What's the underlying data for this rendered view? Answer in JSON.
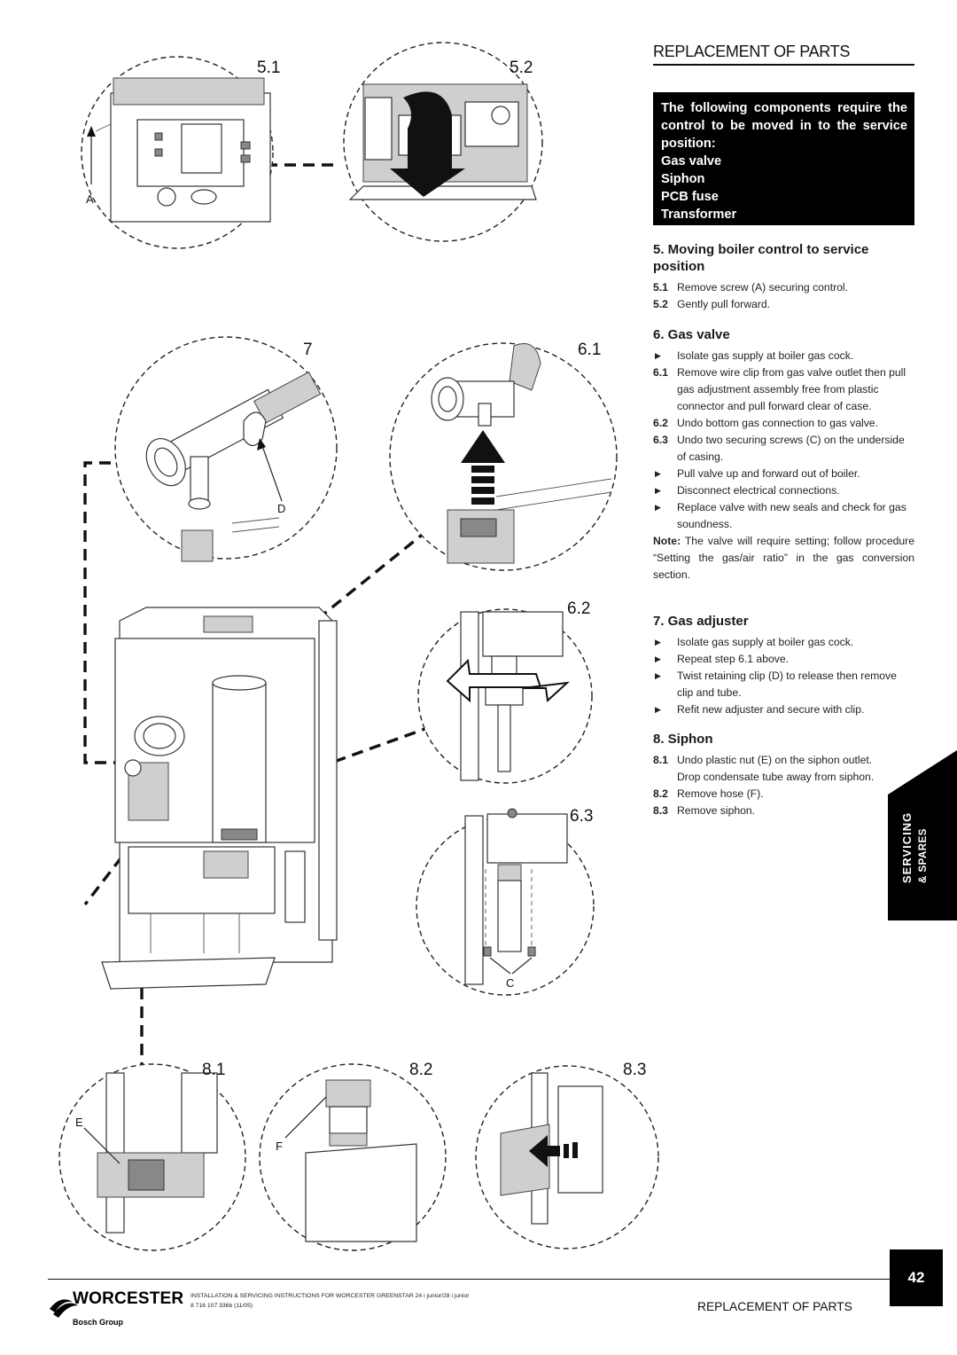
{
  "header": {
    "title": "REPLACEMENT OF PARTS"
  },
  "note_box": {
    "intro": "The following components require the control to be moved in to the service position:",
    "items": [
      "Gas valve",
      "Siphon",
      "PCB fuse",
      "Transformer"
    ]
  },
  "figure_labels": {
    "f51": "5.1",
    "f52": "5.2",
    "f7": "7",
    "f61": "6.1",
    "f62": "6.2",
    "f63": "6.3",
    "f81": "8.1",
    "f82": "8.2",
    "f83": "8.3",
    "A": "A",
    "C": "C",
    "D": "D",
    "E": "E",
    "F": "F"
  },
  "sections": {
    "s5": {
      "title": "5. Moving boiler control to service position",
      "steps": [
        {
          "num": "5.1",
          "text": "Remove screw (A) securing control."
        },
        {
          "num": "5.2",
          "text": "Gently pull forward."
        }
      ]
    },
    "s6": {
      "title": "6. Gas valve",
      "steps": [
        {
          "num": "",
          "bullet": "▶",
          "text": "Isolate gas supply at boiler gas cock."
        },
        {
          "num": "6.1",
          "text": "Remove wire clip from gas valve outlet then pull gas adjustment assembly free from plastic connector and pull forward clear of case."
        },
        {
          "num": "6.2",
          "text": "Undo bottom gas connection to gas valve."
        },
        {
          "num": "6.3",
          "text": "Undo two securing screws (C) on the underside of casing."
        },
        {
          "num": "",
          "bullet": "▶",
          "text": "Pull valve up and forward out of boiler."
        },
        {
          "num": "",
          "bullet": "▶",
          "text": "Disconnect electrical connections."
        },
        {
          "num": "",
          "bullet": "▶",
          "text": "Replace valve with new seals and check for gas soundness."
        }
      ],
      "note_label": "Note:",
      "note_text": "The valve will require setting; follow procedure “Setting the gas/air ratio” in the gas conversion section."
    },
    "s7": {
      "title": "7. Gas adjuster",
      "steps": [
        {
          "num": "",
          "bullet": "▶",
          "text": "Isolate gas supply at boiler gas cock."
        },
        {
          "num": "",
          "bullet": "▶",
          "text": "Repeat step 6.1 above."
        },
        {
          "num": "",
          "bullet": "▶",
          "text": "Twist retaining clip (D) to release then remove clip and tube."
        },
        {
          "num": "",
          "bullet": "▶",
          "text": "Refit new adjuster and secure with clip."
        }
      ]
    },
    "s8": {
      "title": "8. Siphon",
      "steps": [
        {
          "num": "8.1",
          "text": "Undo plastic nut (E) on the siphon outlet. Drop condensate tube away from siphon."
        },
        {
          "num": "8.2",
          "text": "Remove hose (F)."
        },
        {
          "num": "8.3",
          "text": "Remove siphon."
        }
      ]
    }
  },
  "side_tab": {
    "line1": "SERVICING",
    "line2": "& SPARES"
  },
  "footer": {
    "brand": "WORCESTER",
    "group": "Bosch Group",
    "doc_title": "INSTALLATION & SERVICING INSTRUCTIONS FOR WORCESTER GREENSTAR 24 i junior/28 i junior",
    "doc_code": "8 716 107 336b (11/05)",
    "section": "REPLACEMENT OF PARTS",
    "page": "42"
  }
}
